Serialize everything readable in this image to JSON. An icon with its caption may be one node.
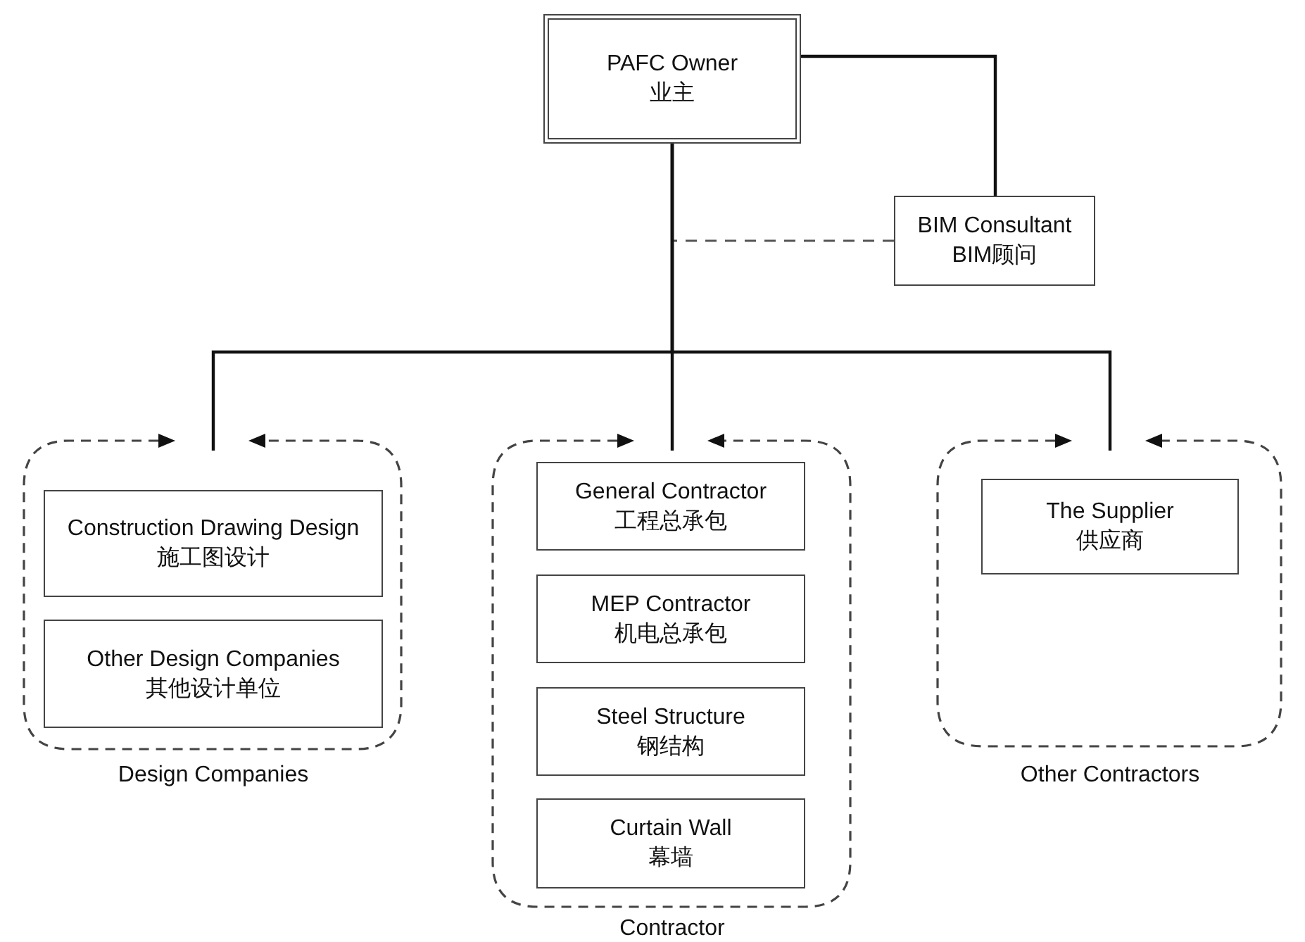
{
  "diagram": {
    "nodes": [
      {
        "text": [
          "PAFC Owner 业主"
        ]
      },
      {
        "text": [
          "BIM Consultant BIM顾问"
        ]
      },
      {
        "text": [
          "Design Companies"
        ]
      },
      {
        "text": [
          "Construction Drawing Design 施工图设计"
        ],
        "in": 2
      },
      {
        "text": [
          "Other Design Companies 其他设计单位"
        ],
        "in": 2
      },
      {
        "text": [
          "Contractor"
        ]
      },
      {
        "text": [
          "General Contractor 工程总承包"
        ],
        "in": 5
      },
      {
        "text": [
          "MEP Contractor 机电总承包"
        ],
        "in": 5
      },
      {
        "text": [
          "Steel Structure 钢结构"
        ],
        "in": 5
      },
      {
        "text": [
          "Curtain Wall 幕墙"
        ],
        "in": 5
      },
      {
        "text": [
          "Other Contractors"
        ]
      },
      {
        "text": [
          "The Supplier 供应商"
        ],
        "in": 10
      }
    ],
    "edges": [
      {
        "from": 0,
        "to": 1,
        "arrow": "none"
      },
      {
        "from": 1,
        "to": null,
        "arrow": "none",
        "style": "dashed",
        "color": "#555555"
      },
      {
        "from": 0,
        "to": 2,
        "arrow": "none"
      },
      {
        "from": 0,
        "to": 5,
        "arrow": "none"
      },
      {
        "from": 0,
        "to": 10,
        "arrow": "none"
      }
    ]
  }
}
